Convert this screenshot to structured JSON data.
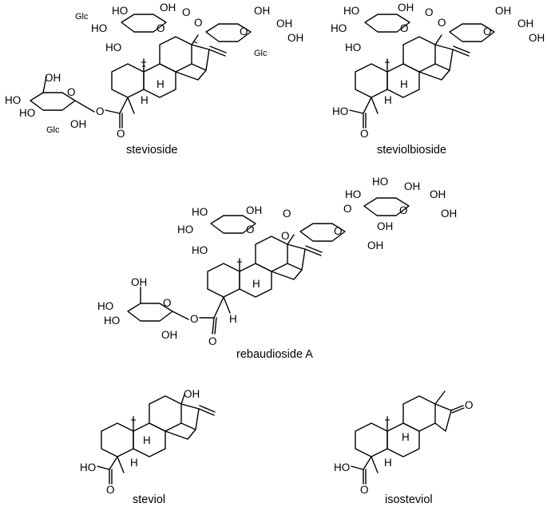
{
  "compounds": [
    {
      "name": "stevioside"
    },
    {
      "name": "steviolbioside"
    },
    {
      "name": "rebaudioside A"
    },
    {
      "name": "steviol"
    },
    {
      "name": "isosteviol"
    }
  ],
  "sugar_label": "Glc",
  "atoms": {
    "ho": "HO",
    "oh": "OH",
    "o": "O",
    "h": "H"
  }
}
